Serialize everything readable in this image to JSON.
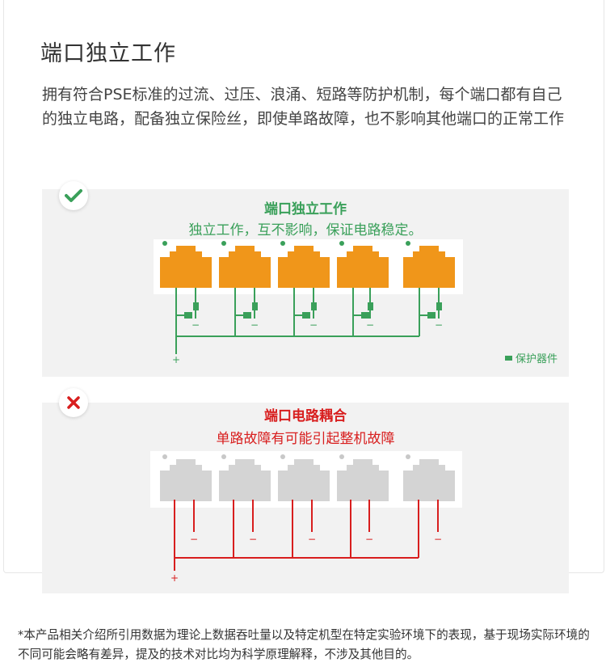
{
  "section": {
    "title": "端口独立工作",
    "description": "拥有符合PSE标准的过流、过压、浪涌、短路等防护机制，每个端口都有自己的独立电路，配备独立保险丝，即使单路故障，也不影响其他端口的正常工作"
  },
  "good_panel": {
    "title": "端口独立工作",
    "subtitle": "独立工作，互不影响，保证电路稳定。",
    "plus_label": "+",
    "minus_label": "−",
    "legend": "保护器件",
    "icon": "check-icon"
  },
  "bad_panel": {
    "title": "端口电路耦合",
    "subtitle": "单路故障有可能引起整机故障",
    "plus_label": "+",
    "minus_label": "−",
    "icon": "cross-icon"
  },
  "colors": {
    "green": "#3aa05a",
    "red": "#d81e1e",
    "port_active": "#f0961a",
    "port_inactive": "#d4d4d4"
  },
  "footnote": "*本产品相关介绍所引用数据为理论上数据吞吐量以及特定机型在特定实验环境下的表现，基于现场实际环境的不同可能会略有差异，提及的技术对比均为科学原理解释，不涉及其他目的。"
}
